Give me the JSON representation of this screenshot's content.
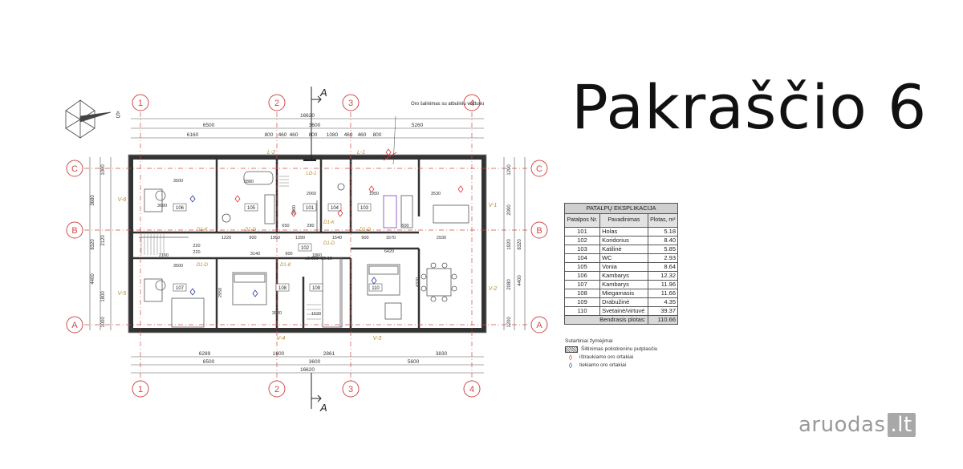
{
  "title": "Pakraščio 6",
  "plan": {
    "section_mark": "A",
    "axes_top": [
      "1",
      "2",
      "3",
      "4"
    ],
    "axes_side": [
      "C",
      "B",
      "A"
    ],
    "dims_top_1": [
      "16620"
    ],
    "dims_top_2": [
      "6500",
      "3600",
      "5260"
    ],
    "dims_top_3": [
      "6160",
      "800",
      "460",
      "460",
      "800",
      "1080",
      "460",
      "460",
      "800"
    ],
    "dims_bottom_1": [
      "6289",
      "1600",
      "2861",
      "3830"
    ],
    "dims_bottom_2": [
      "6500",
      "3600",
      "5600"
    ],
    "dims_bottom_3": [
      "16620"
    ],
    "dims_left": [
      "1000",
      "3680",
      "8320",
      "4400",
      "1000",
      "1800",
      "2120"
    ],
    "dims_right": [
      "1200",
      "2090",
      "8320",
      "1920",
      "4400",
      "2080",
      "1200"
    ],
    "inner_dims": [
      "3500",
      "2880",
      "2060",
      "1950",
      "3530",
      "3690",
      "1220",
      "900",
      "1950",
      "1540",
      "900",
      "1670",
      "600",
      "2930",
      "3140",
      "900",
      "6420",
      "3500",
      "2160",
      "220",
      "220",
      "4320",
      "2950",
      "3920",
      "1860",
      "1620",
      "280",
      "650",
      "1390",
      "2600"
    ],
    "rooms": [
      "101",
      "102",
      "103",
      "104",
      "105",
      "106",
      "107",
      "108",
      "109",
      "110"
    ],
    "level_label": "±0.000=80.10",
    "wall_labels": [
      "V-6",
      "V-5",
      "V-4",
      "V-3",
      "V-2",
      "V-1",
      "L-2",
      "L-1"
    ],
    "door_labels": [
      "D1-K",
      "D1-D",
      "D1-K",
      "D1-D",
      "D1-D",
      "D1-K",
      "D1-D",
      "LD-1"
    ],
    "note": "Oro šalinimas su atbuliniu vožtuvu"
  },
  "table": {
    "caption": "PATALPŲ EKSPLIKACIJA",
    "headers": [
      "Patalpos Nr.",
      "Pavadinimas",
      "Plotas, m²"
    ],
    "rows": [
      [
        "101",
        "Holas",
        "5.18"
      ],
      [
        "102",
        "Koridorius",
        "8.40"
      ],
      [
        "103",
        "Katilinė",
        "5.85"
      ],
      [
        "104",
        "WC",
        "2.93"
      ],
      [
        "105",
        "Vonia",
        "8.64"
      ],
      [
        "106",
        "Kambarys",
        "12.32"
      ],
      [
        "107",
        "Kambarys",
        "11.96"
      ],
      [
        "108",
        "Miegamasis",
        "11.66"
      ],
      [
        "109",
        "Drabužinė",
        "4.35"
      ],
      [
        "110",
        "Svetainė/virtuvė",
        "39.37"
      ]
    ],
    "total_label": "Bendrasis plotas:",
    "total_value": "110.66"
  },
  "legend": {
    "title": "Sutartiniai žymėjimai",
    "items": [
      "Šiltinimas polistireninu putplasčiu",
      "ištraukiamo oro ortakiai",
      "tiekiamo oro ortakiai"
    ]
  },
  "watermark": {
    "main": "aruodas",
    "tld": ".lt"
  }
}
